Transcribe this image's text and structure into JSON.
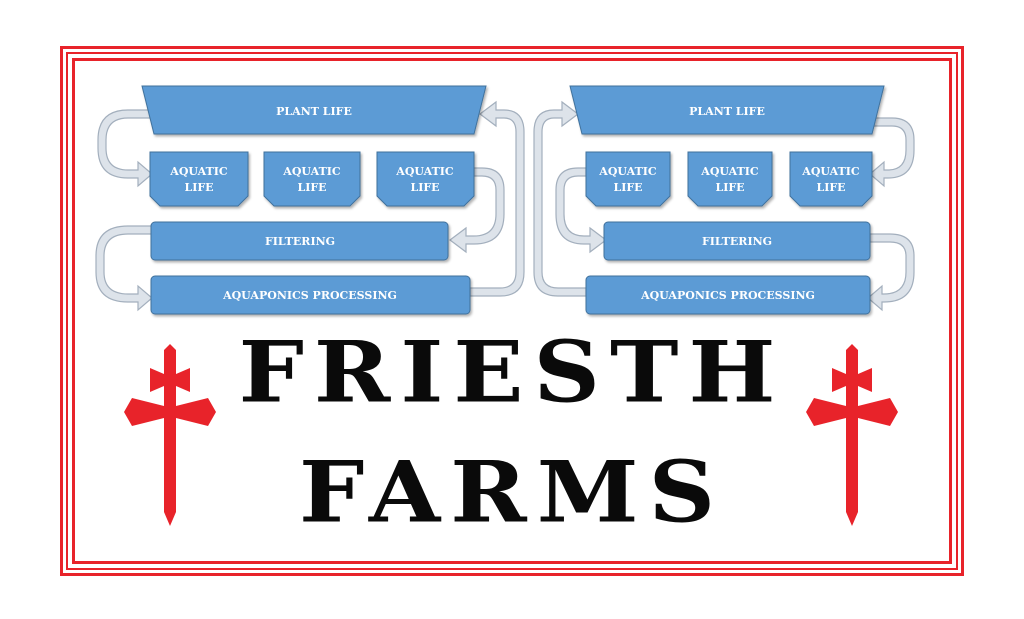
{
  "colors": {
    "frame": "#e8232a",
    "box_fill": "#5b9bd5",
    "box_stroke": "#41719c",
    "arrow_fill": "#dde3ea",
    "arrow_stroke": "#a3afbd",
    "cross": "#e8232a",
    "title": "#0a0a0a"
  },
  "diagram": {
    "left": {
      "plant_life": "PLANT LIFE",
      "aquatic": [
        {
          "line1": "AQUATIC",
          "line2": "LIFE"
        },
        {
          "line1": "AQUATIC",
          "line2": "LIFE"
        },
        {
          "line1": "AQUATIC",
          "line2": "LIFE"
        }
      ],
      "filtering": "FILTERING",
      "processing": "AQUAPONICS PROCESSING"
    },
    "right": {
      "plant_life": "PLANT LIFE",
      "aquatic": [
        {
          "line1": "AQUATIC",
          "line2": "LIFE"
        },
        {
          "line1": "AQUATIC",
          "line2": "LIFE"
        },
        {
          "line1": "AQUATIC",
          "line2": "LIFE"
        }
      ],
      "filtering": "FILTERING",
      "processing": "AQUAPONICS PROCESSING"
    }
  },
  "title": {
    "line1": "FRIESTH",
    "line2": "FARMS"
  },
  "icons": {
    "left": "patriarchal-cross-icon",
    "right": "patriarchal-cross-icon"
  }
}
